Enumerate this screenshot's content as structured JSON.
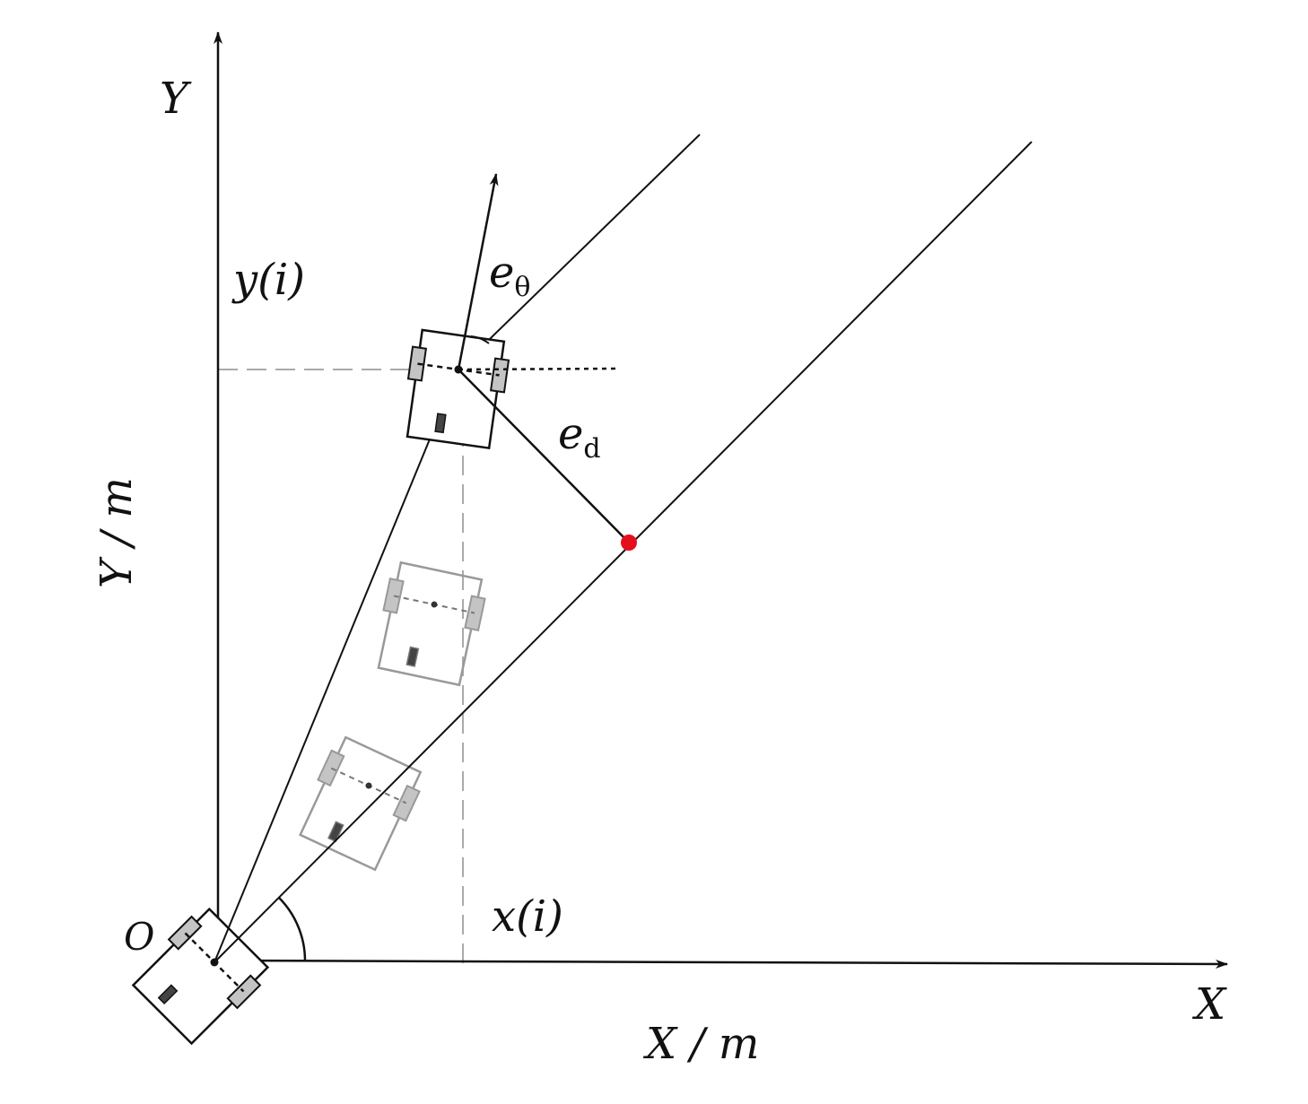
{
  "labels": {
    "y_axis_end": "Y",
    "x_axis_end": "X",
    "origin": "O",
    "y_axis_title": "Y / m",
    "x_axis_title": "X / m",
    "y_i": "y(i)",
    "x_i": "x(i)",
    "e_theta_base": "e",
    "e_theta_sub": "θ",
    "e_d_base": "e",
    "e_d_sub": "d"
  },
  "colors": {
    "line": "#111111",
    "ghost": "#999999",
    "wheel": "#c4c4c4",
    "target_point": "#e3101c",
    "dashed_guide": "#aaaaaa"
  }
}
